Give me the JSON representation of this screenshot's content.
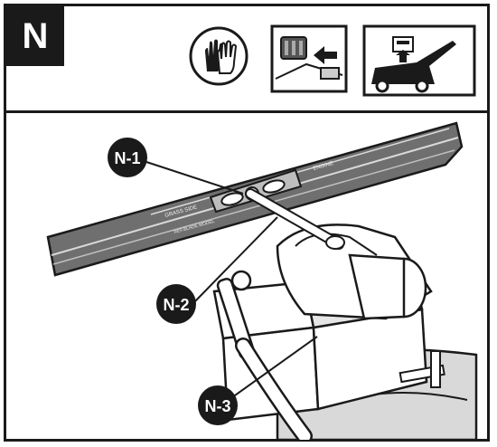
{
  "step": {
    "letter": "N"
  },
  "icons": [
    {
      "name": "gloves-icon"
    },
    {
      "name": "disconnect-spark-plug-icon"
    },
    {
      "name": "lift-battery-from-mower-icon"
    }
  ],
  "blade": {
    "side_label": "GRASS SIDE",
    "end_label": "ENGINE",
    "part_label": "REF.BLADE.MODEL"
  },
  "callouts": [
    {
      "label": "N-1"
    },
    {
      "label": "N-2"
    },
    {
      "label": "N-3"
    }
  ],
  "colors": {
    "ink": "#1a1a1a",
    "blade_gray": "#8a8a8a",
    "light_gray": "#d9d9d9"
  }
}
